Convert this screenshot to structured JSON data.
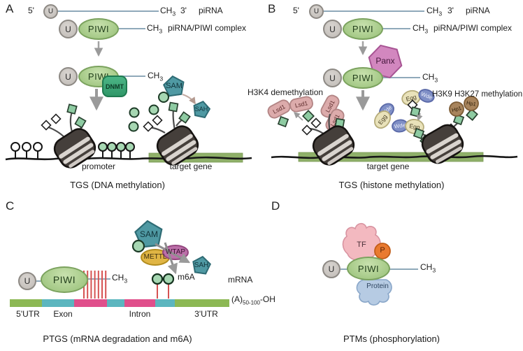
{
  "molecules": {
    "u": "U",
    "piwi": "PIWI",
    "dnmt": "DNMT",
    "sam": "SAM",
    "sah": "SAH",
    "panx": "Panx",
    "lsd1": "Lsd1",
    "egg": "Egg",
    "wde": "Wde",
    "hp1": "Hp1",
    "mettl": "METTL",
    "wtap": "WTAP",
    "tf": "TF",
    "p": "P",
    "protein": "Protein"
  },
  "labels": {
    "five_prime": "5'",
    "three_prime": "3'",
    "pirna": "piRNA",
    "ch": "CH",
    "ch_sub": "3",
    "complex": "piRNA/PIWI complex"
  },
  "panel_a": {
    "letter": "A",
    "promoter": "promoter",
    "target_gene": "target gene",
    "caption": "TGS (DNA methylation)"
  },
  "panel_b": {
    "letter": "B",
    "h3k4": "H3K4 demethylation",
    "h3k9": "H3K9 H3K27 methylation",
    "target_gene": "target gene",
    "caption": "TGS (histone methylation)"
  },
  "panel_c": {
    "letter": "C",
    "m6a": "m6A",
    "mrna": "mRNA",
    "polya_base": "(A)",
    "polya_sub": "50-100",
    "polya_suffix": "-OH",
    "utr5": "5'UTR",
    "exon": "Exon",
    "intron": "Intron",
    "utr3": "3'UTR",
    "caption": "PTGS (mRNA degradation and m6A)"
  },
  "panel_d": {
    "letter": "D",
    "caption": "PTMs (phosphorylation)"
  },
  "colors": {
    "piwi_green": "#a7cd8c",
    "u_gray": "#c9c5c1",
    "pirna_line": "#7f9db1",
    "dnmt_green": "#3da97a",
    "sam_teal": "#4f99a3",
    "methyl_green": "#a6d7b2",
    "panx_pink": "#d287bf",
    "lsd1_pink": "#dcabab",
    "egg_cream": "#e9e2ba",
    "wde_blue": "#7f8fc6",
    "hp1_brown": "#a8845c",
    "mettl_yellow": "#e0b544",
    "wtap_purple": "#bc6fa9",
    "tf_pink": "#f3b9c0",
    "p_orange": "#e97a30",
    "protein_blue": "#b6cbe3",
    "gene_bar_green": "#8fb069",
    "mrna_green": "#8cb854",
    "mrna_teal": "#5cb6bf",
    "mrna_pink": "#e04f8b",
    "m6a_red": "#d65252"
  }
}
